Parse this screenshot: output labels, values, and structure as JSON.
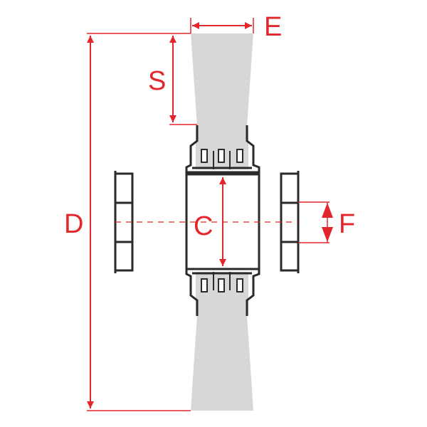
{
  "colors": {
    "dimension": "#e3262b",
    "outline": "#2a2a2a",
    "strip": "#d9d6d6"
  },
  "labels": {
    "E": "E",
    "S": "S",
    "D": "D",
    "C": "C",
    "F": "F"
  }
}
